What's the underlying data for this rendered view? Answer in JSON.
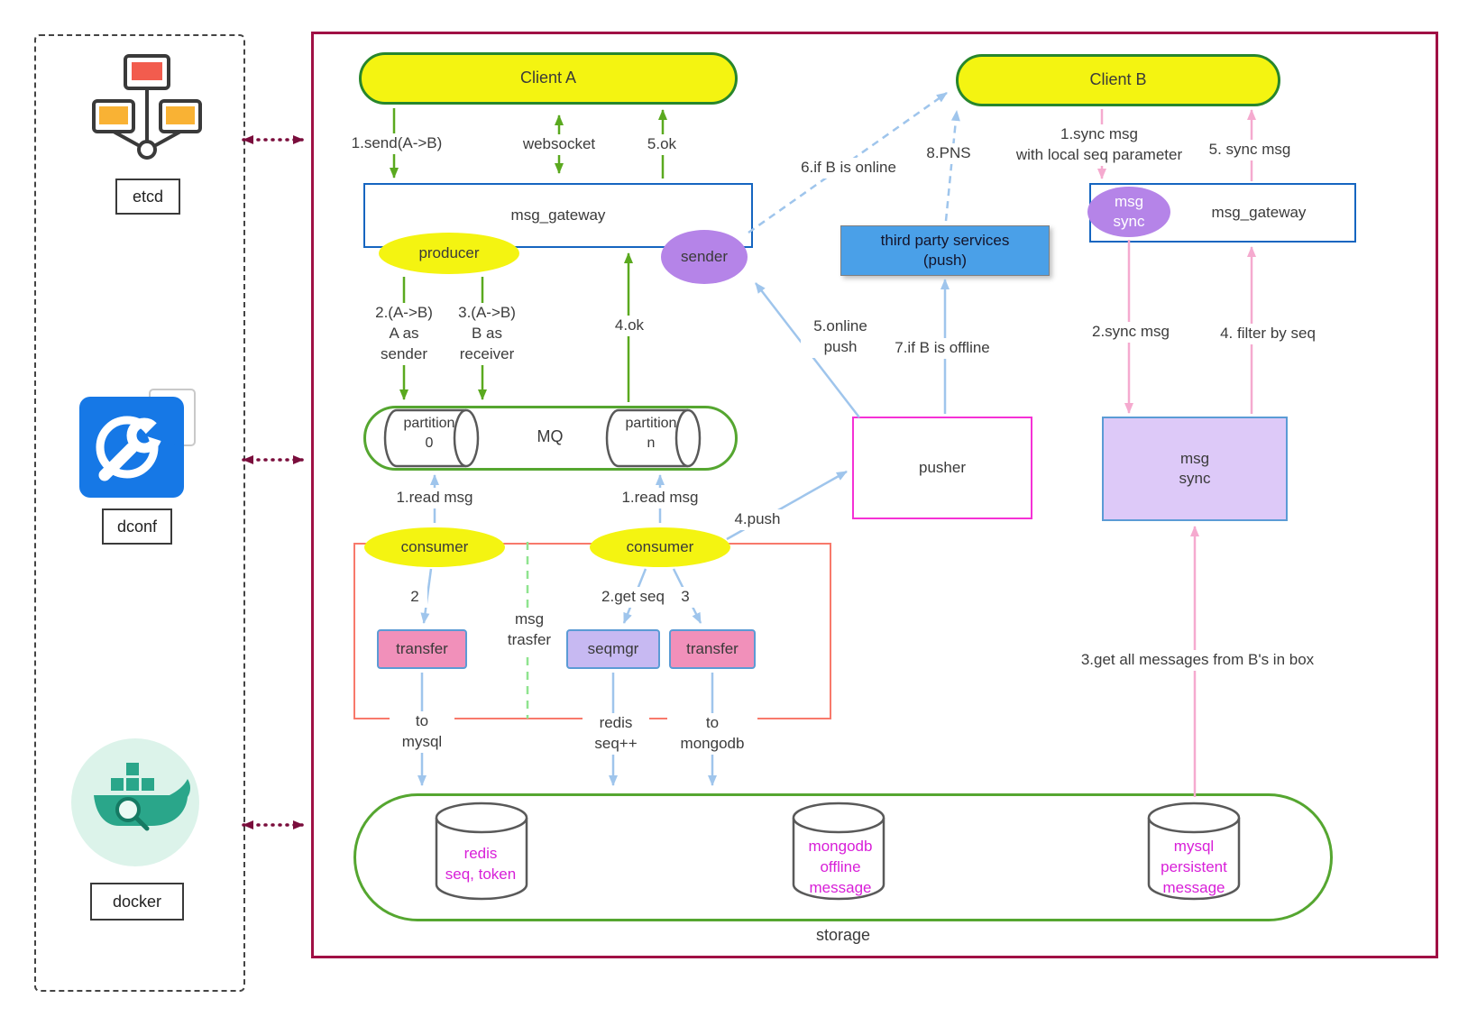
{
  "colors": {
    "main_border": "#a01044",
    "green_arrow": "#5aa91f",
    "blue_arrow": "#9fc5ec",
    "pink_arrow": "#f5aacf",
    "maroon_arrow": "#7a0d3c",
    "yellow_node": "#f4f411",
    "purple_node": "#b584e8",
    "green_container": "#55a630",
    "red_group": "#f8796b",
    "magenta_text": "#d81fd8",
    "third_party_blue": "#4aa0e8",
    "pusher_border": "#f531d5"
  },
  "icons": {
    "etcd": "cluster-monitors-icon",
    "dconf": "wrench-settings-icon",
    "docker": "docker-whale-icon"
  },
  "left_panel": {
    "etcd": "etcd",
    "dconf": "dconf",
    "docker": "docker"
  },
  "nodes": {
    "client_a": "Client A",
    "client_b": "Client B",
    "gateway_left": "msg_gateway",
    "gateway_right": "msg_gateway",
    "producer": "producer",
    "sender": "sender",
    "msg_sync_badge": "msg\nsync",
    "mq": "MQ",
    "partition_0": "partition\n0",
    "partition_n": "partition\nn",
    "consumer_1": "consumer",
    "consumer_2": "consumer",
    "transfer_1": "transfer",
    "seqmgr": "seqmgr",
    "transfer_2": "transfer",
    "pusher": "pusher",
    "third_party": "third party services\n(push)",
    "msg_sync_box": "msg\nsync",
    "storage": "storage",
    "redis": "redis\nseq, token",
    "mongodb": "mongodb\noffline\nmessage",
    "mysql": "mysql\npersistent\nmessage"
  },
  "labels": {
    "send": "1.send(A->B)",
    "websocket": "websocket",
    "ok5": "5.ok",
    "a_as_sender": "2.(A->B)\nA as\nsender",
    "b_as_receiver": "3.(A->B)\nB as\nreceiver",
    "ok4": "4.ok",
    "read_msg_1": "1.read msg",
    "read_msg_2": "1.read msg",
    "step2": "2",
    "get_seq": "2.get seq",
    "step3": "3",
    "msg_trasfer": "msg\ntrasfer",
    "push4": "4.push",
    "to_mysql": "to\nmysql",
    "redis_seq": "redis\nseq++",
    "to_mongodb": "to\nmongodb",
    "online_push": "5.online\npush",
    "if_online": "6.if B is online",
    "if_offline": "7.if B is offline",
    "pns": "8.PNS",
    "sync1": "1.sync msg\nwith local seq parameter",
    "sync5": "5. sync msg",
    "sync2": "2.sync msg",
    "filter4": "4. filter by seq",
    "get_all": "3.get all messages from B's in box"
  }
}
